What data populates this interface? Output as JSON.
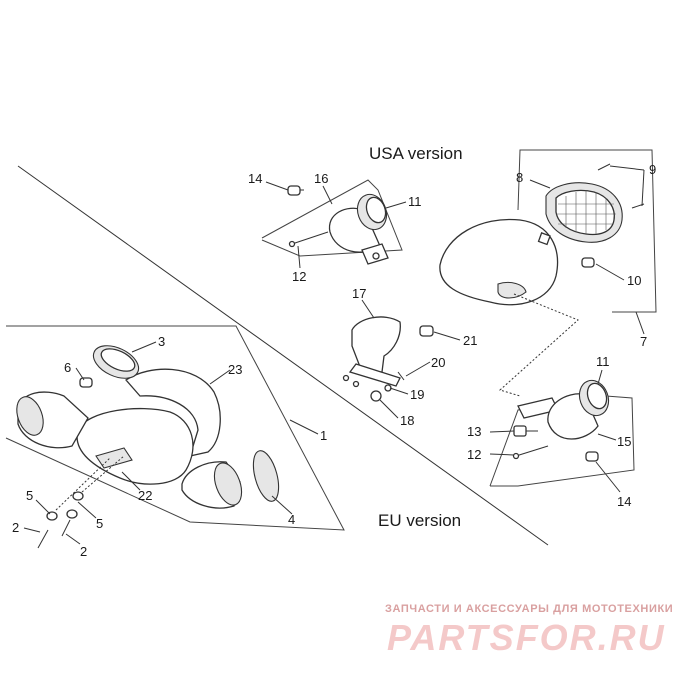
{
  "titles": {
    "usa": "USA version",
    "eu": "EU version"
  },
  "callouts": {
    "c1": "1",
    "c2a": "2",
    "c2b": "2",
    "c3": "3",
    "c4": "4",
    "c5a": "5",
    "c5b": "5",
    "c6": "6",
    "c7": "7",
    "c8": "8",
    "c9": "9",
    "c10": "10",
    "c11a": "11",
    "c11b": "11",
    "c12a": "12",
    "c12b": "12",
    "c13": "13",
    "c14a": "14",
    "c14b": "14",
    "c15": "15",
    "c16": "16",
    "c17": "17",
    "c18": "18",
    "c19": "19",
    "c20": "20",
    "c21": "21",
    "c22": "22",
    "c23": "23"
  },
  "watermark": {
    "caption": "ЗАПЧАСТИ И АКСЕССУАРЫ ДЛЯ МОТОТЕХНИКИ",
    "logo": "PARTSFOR.RU"
  }
}
